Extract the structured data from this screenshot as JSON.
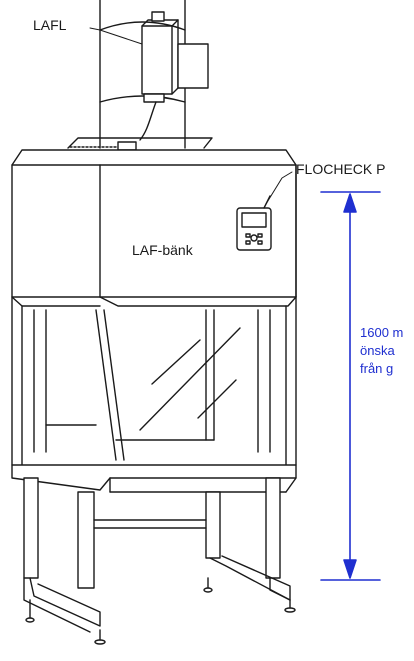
{
  "labels": {
    "lafl": "LAFL",
    "flocheck": "FLOCHECK P",
    "bench": "LAF-bänk"
  },
  "dimension": {
    "value_line1": "1600 m",
    "value_line2": "önska",
    "value_line3": "från g",
    "color": "#1f2fd0"
  }
}
